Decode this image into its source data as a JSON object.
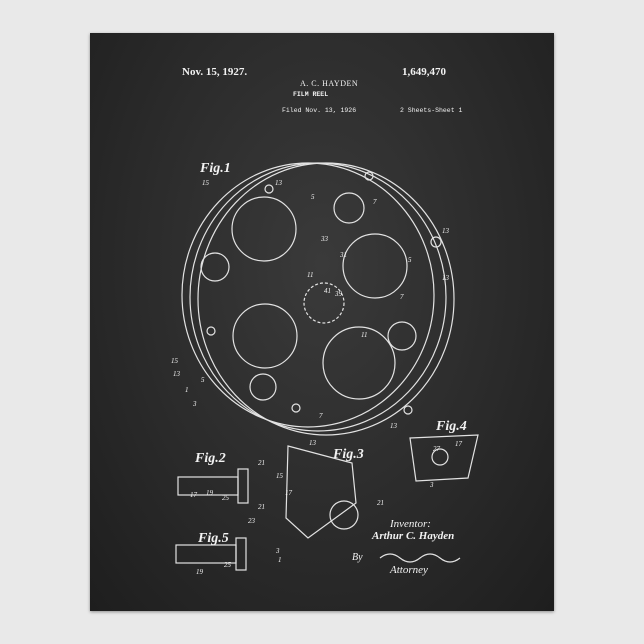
{
  "poster": {
    "date": "Nov. 15, 1927.",
    "inventor_header": "A. C. HAYDEN",
    "patent_number": "1,649,470",
    "title": "FILM REEL",
    "filed": "Filed Nov. 13, 1926",
    "sheets": "2 Sheets-Sheet 1",
    "figures": [
      "Fig.1",
      "Fig.2",
      "Fig.3",
      "Fig.4",
      "Fig.5"
    ],
    "inventor_label": "Inventor:",
    "inventor_name": "Arthur C. Hayden",
    "attorney_prefix": "By",
    "attorney_label": "Attorney",
    "ref_numbers": [
      "15",
      "13",
      "5",
      "7",
      "13",
      "33",
      "31",
      "11",
      "41",
      "39",
      "13",
      "5",
      "7",
      "11",
      "15",
      "13",
      "1",
      "3",
      "5",
      "13",
      "7",
      "13",
      "21",
      "17",
      "19",
      "25",
      "23",
      "21",
      "19",
      "25",
      "15",
      "17",
      "21",
      "3",
      "27",
      "17",
      "3",
      "1"
    ]
  },
  "colors": {
    "background": "#2b2b2b",
    "ink": "#f2f2f2",
    "frame": "#e9e9e9"
  }
}
